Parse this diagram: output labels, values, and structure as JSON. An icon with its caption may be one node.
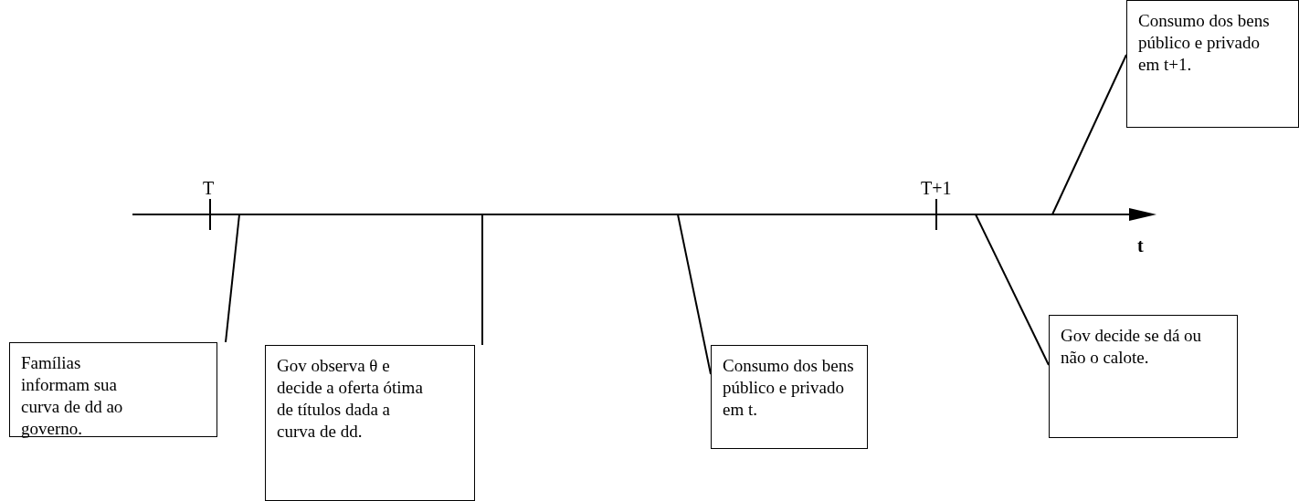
{
  "diagram": {
    "nodes": [
      {
        "text": [
          "Famílias informam sua curva de dd ao governo."
        ]
      },
      {
        "text": [
          "Gov observa θ e decide a oferta ótima de títulos dada a curva de dd."
        ]
      },
      {
        "text": [
          "Consumo dos bens público e privado em t."
        ]
      },
      {
        "text": [
          "Gov decide se dá ou não o calote."
        ]
      },
      {
        "text": [
          "Consumo dos bens público e privado em t+1."
        ]
      }
    ],
    "edges": [
      {
        "from": 0,
        "to": null,
        "arrow": "none"
      },
      {
        "from": 1,
        "to": null,
        "arrow": "none"
      },
      {
        "from": 2,
        "to": null,
        "arrow": "none"
      },
      {
        "from": 3,
        "to": null,
        "arrow": "none"
      },
      {
        "from": 4,
        "to": null,
        "arrow": "none"
      }
    ],
    "labels": [
      "T",
      "T+1",
      "t"
    ]
  }
}
